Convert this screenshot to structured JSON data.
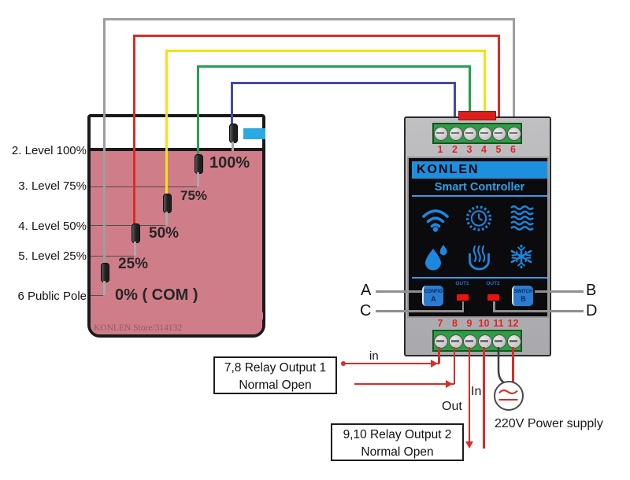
{
  "tank": {
    "watermark": "KONLEN Store/314132",
    "levels": [
      {
        "side_label": "2. Level 100%",
        "inner_label": "100%",
        "wire_color": "#4449ac"
      },
      {
        "side_label": "3. Level 75%",
        "inner_label": "75%",
        "wire_color": "#22a24c"
      },
      {
        "side_label": "4. Level 50%",
        "inner_label": "50%",
        "wire_color": "#f2e216"
      },
      {
        "side_label": "5. Level 25%",
        "inner_label": "25%",
        "wire_color": "#da2c28"
      },
      {
        "side_label": "6 Public Pole",
        "inner_label": "0% ( COM )",
        "wire_color": "#9e9e9e"
      }
    ]
  },
  "controller": {
    "brand": "KONLEN",
    "screen_title": "Smart Controller",
    "top_terminals": [
      "1",
      "2",
      "3",
      "4",
      "5",
      "6"
    ],
    "bottom_terminals": [
      "7",
      "8",
      "9",
      "10",
      "11",
      "12"
    ],
    "output_labels": [
      "OUT1",
      "OUT2"
    ],
    "buttons": [
      {
        "line1": "CONFIG",
        "line2": "A"
      },
      {
        "line1": "SWITCH",
        "line2": "B"
      }
    ]
  },
  "callouts": {
    "a": "A",
    "b": "B",
    "c": "C",
    "d": "D"
  },
  "wiring": {
    "relay1_in": "in",
    "relay1_out": "Out",
    "relay2_in": "In",
    "relay2_out": "Out",
    "relay1_note_line1": "7,8 Relay Output 1",
    "relay1_note_line2": "Normal Open",
    "relay2_note_line1": "9,10 Relay Output 2",
    "relay2_note_line2": "Normal Open",
    "power_label": "220V Power supply"
  },
  "colors": {
    "water": "#cf7d88",
    "wire_blue": "#4449ac",
    "wire_green": "#22a24c",
    "wire_yellow": "#f2e216",
    "wire_red": "#da2c28",
    "wire_gray": "#9e9e9e",
    "device_body": "#b5b5b8",
    "terminal_green": "#2e9e44",
    "screen_header_blue": "#1e8fdc",
    "icon_blue": "#1d87e0",
    "led_red": "#ea130e",
    "terminal_number_red": "#e02420"
  }
}
